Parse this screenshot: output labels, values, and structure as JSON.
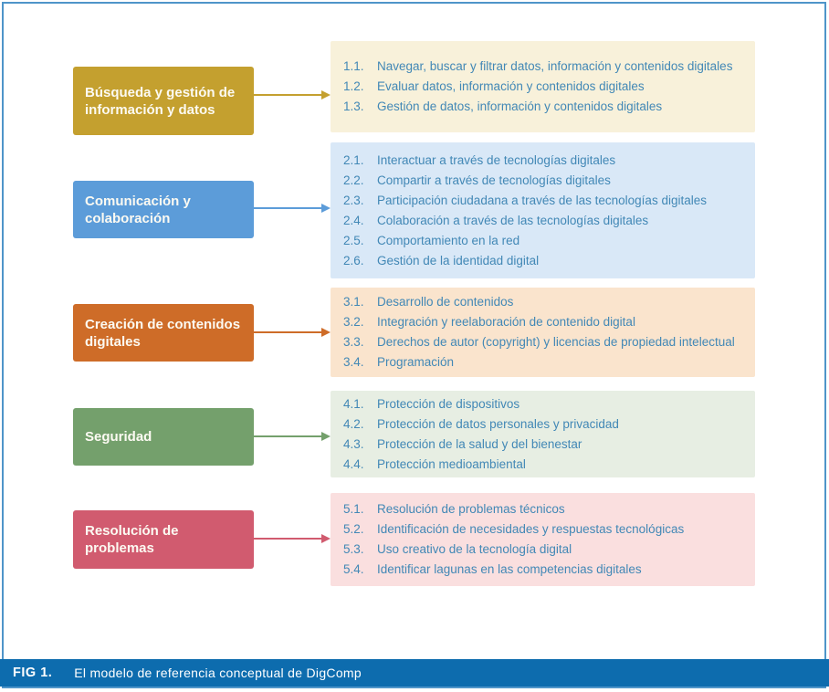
{
  "figure": {
    "fig_label": "FIG 1.",
    "caption": "El modelo de referencia conceptual de DigComp"
  },
  "colors": {
    "frame_border": "#4F95C9",
    "caption_bar": "#0D6CAE",
    "panel_text": "#4288B6",
    "box_text": "#FCFAF2",
    "areas": [
      {
        "box": "#C4A02F",
        "panel": "#F8F1DA"
      },
      {
        "box": "#5C9CD9",
        "panel": "#D9E8F7"
      },
      {
        "box": "#CE6C28",
        "panel": "#FAE4CD"
      },
      {
        "box": "#74A06C",
        "panel": "#E7EEE3"
      },
      {
        "box": "#D15B6F",
        "panel": "#FADFDF"
      }
    ]
  },
  "areas": [
    {
      "label": "Búsqueda y gestión de información y datos",
      "competences": [
        {
          "num": "1.1.",
          "text": "Navegar, buscar y filtrar datos, información y contenidos digitales"
        },
        {
          "num": "1.2.",
          "text": "Evaluar datos, información y contenidos digitales"
        },
        {
          "num": "1.3.",
          "text": "Gestión de datos, información y contenidos digitales"
        }
      ]
    },
    {
      "label": "Comunicación y colaboración",
      "competences": [
        {
          "num": "2.1.",
          "text": "Interactuar a través de tecnologías digitales"
        },
        {
          "num": "2.2.",
          "text": "Compartir a través de tecnologías digitales"
        },
        {
          "num": "2.3.",
          "text": "Participación ciudadana a través de las tecnologías digitales"
        },
        {
          "num": "2.4.",
          "text": "Colaboración a través de las tecnologías digitales"
        },
        {
          "num": "2.5.",
          "text": "Comportamiento en la red"
        },
        {
          "num": "2.6.",
          "text": "Gestión de la identidad digital"
        }
      ]
    },
    {
      "label": "Creación de contenidos digitales",
      "competences": [
        {
          "num": "3.1.",
          "text": "Desarrollo de contenidos"
        },
        {
          "num": "3.2.",
          "text": "Integración y reelaboración de contenido digital"
        },
        {
          "num": "3.3.",
          "text": "Derechos de autor (copyright) y licencias de propiedad intelectual"
        },
        {
          "num": "3.4.",
          "text": "Programación"
        }
      ]
    },
    {
      "label": "Seguridad",
      "competences": [
        {
          "num": "4.1.",
          "text": "Protección de dispositivos"
        },
        {
          "num": "4.2.",
          "text": "Protección de datos personales y privacidad"
        },
        {
          "num": "4.3.",
          "text": "Protección de la salud y del bienestar"
        },
        {
          "num": "4.4.",
          "text": "Protección medioambiental"
        }
      ]
    },
    {
      "label": "Resolución de problemas",
      "competences": [
        {
          "num": "5.1.",
          "text": "Resolución de problemas técnicos"
        },
        {
          "num": "5.2.",
          "text": "Identificación de necesidades y respuestas tecnológicas"
        },
        {
          "num": "5.3.",
          "text": "Uso creativo de la tecnología digital"
        },
        {
          "num": "5.4.",
          "text": "Identificar lagunas en las competencias digitales"
        }
      ]
    }
  ]
}
